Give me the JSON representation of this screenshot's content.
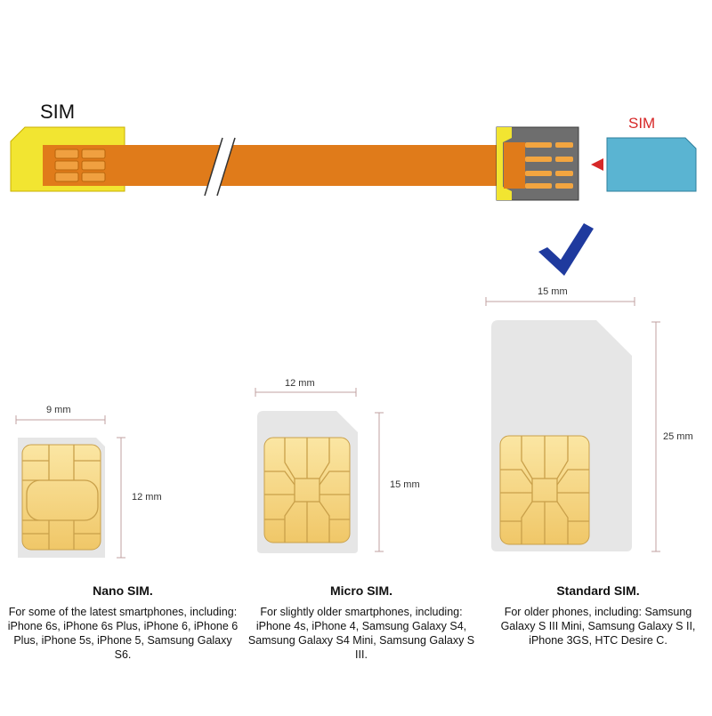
{
  "extender": {
    "left_label": "SIM",
    "right_label": "SIM",
    "card_color": "#f2e531",
    "cable_color": "#e07b1a",
    "sim_card_color": "#5ab4d2",
    "arrow_color": "#d62828",
    "check_color": "#1f3a9e",
    "check_icon": "checkmark-icon"
  },
  "sims": [
    {
      "title": "Nano SIM.",
      "width_label": "9 mm",
      "height_label": "12 mm",
      "description": "For some of the latest smartphones, including: iPhone 6s, iPhone 6s Plus, iPhone 6, iPhone 6 Plus, iPhone 5s, iPhone 5, Samsung Galaxy S6."
    },
    {
      "title": "Micro SIM.",
      "width_label": "12 mm",
      "height_label": "15 mm",
      "description": "For slightly older smartphones, including: iPhone 4s, iPhone 4, Samsung Galaxy S4, Samsung Galaxy S4 Mini, Samsung Galaxy S III."
    },
    {
      "title": "Standard SIM.",
      "width_label": "15 mm",
      "height_label": "25 mm",
      "description": "For older phones, including: Samsung Galaxy S III Mini, Samsung Galaxy S II, iPhone 3GS, HTC Desire C."
    }
  ],
  "colors": {
    "chip_fill": "#f5d27a",
    "chip_stroke": "#c9a04a",
    "card_fill": "#e6e6e6",
    "dim_line": "#c0a0a0"
  }
}
